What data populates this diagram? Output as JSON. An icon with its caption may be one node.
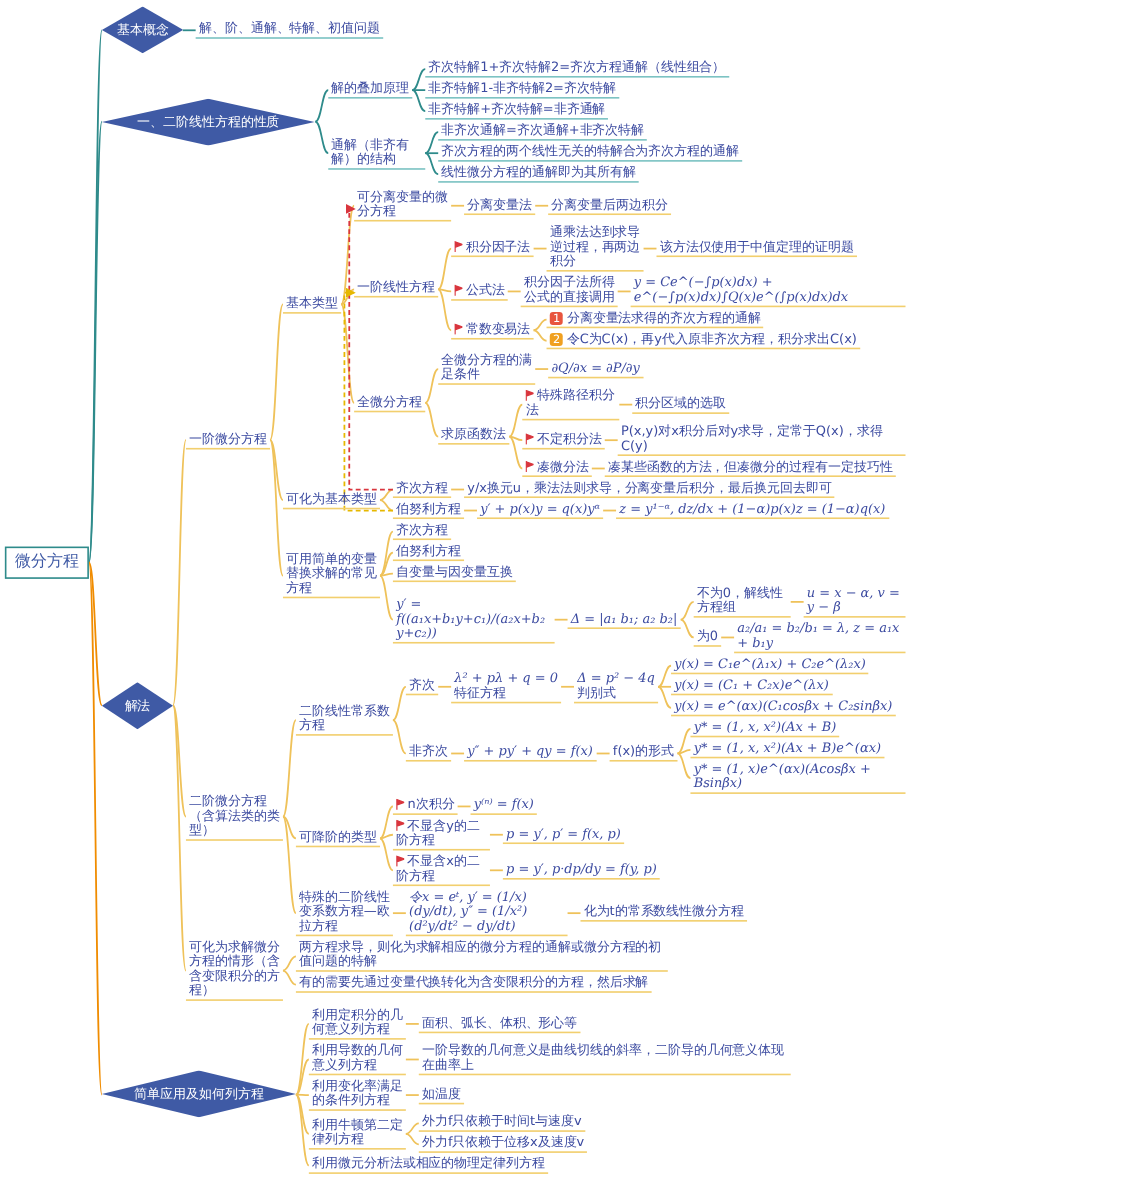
{
  "diagram": {
    "nodes": [
      {
        "text": [
          "微分方程"
        ]
      },
      {
        "text": [
          "基本概念"
        ]
      },
      {
        "text": [
          "解、阶、通解、特解、初值问题"
        ]
      },
      {
        "text": [
          "一、二阶线性方程的性质"
        ]
      },
      {
        "text": [
          "解的叠加原理"
        ]
      },
      {
        "text": [
          "齐次特解1+齐次特解2=齐次方程通解（线性组合）"
        ]
      },
      {
        "text": [
          "非齐特解1-非齐特解2=齐次特解"
        ]
      },
      {
        "text": [
          "非齐特解+齐次特解=非齐通解"
        ]
      },
      {
        "text": [
          "通解（非齐有解）的结构"
        ]
      },
      {
        "text": [
          "非齐次通解=齐次通解+非齐次特解"
        ]
      },
      {
        "text": [
          "齐次方程的两个线性无关的特解合为齐次方程的通解"
        ]
      },
      {
        "text": [
          "线性微分方程的通解即为其所有解"
        ]
      },
      {
        "text": [
          "解法"
        ]
      },
      {
        "text": [
          "一阶微分方程"
        ]
      },
      {
        "text": [
          "基本类型"
        ]
      },
      {
        "text": [
          "可分离变量的微分方程"
        ]
      },
      {
        "text": [
          "分离变量法"
        ]
      },
      {
        "text": [
          "分离变量后两边积分"
        ]
      },
      {
        "text": [
          "一阶线性方程"
        ]
      },
      {
        "text": [
          "积分因子法"
        ]
      },
      {
        "text": [
          "通乘法达到求导逆过程，再两边积分"
        ]
      },
      {
        "text": [
          "该方法仅使用于中值定理的证明题"
        ]
      },
      {
        "text": [
          "公式法"
        ]
      },
      {
        "text": [
          "积分因子法所得公式的直接调用"
        ]
      },
      {
        "text": [
          "y = Ce^(−∫p(x)dx) + e^(−∫p(x)dx)∫Q(x)e^(∫p(x)dx)dx"
        ]
      },
      {
        "text": [
          "常数变易法"
        ]
      },
      {
        "text": [
          "1",
          "分离变量法求得的齐次方程的通解"
        ]
      },
      {
        "text": [
          "2",
          "令C为C(x)，再y代入原非齐次方程，积分求出C(x)"
        ]
      },
      {
        "text": [
          "全微分方程"
        ]
      },
      {
        "text": [
          "全微分方程的满足条件"
        ]
      },
      {
        "text": [
          "∂Q/∂x = ∂P/∂y"
        ]
      },
      {
        "text": [
          "求原函数法"
        ]
      },
      {
        "text": [
          "特殊路径积分法"
        ]
      },
      {
        "text": [
          "积分区域的选取"
        ]
      },
      {
        "text": [
          "不定积分法"
        ]
      },
      {
        "text": [
          "P(x,y)对x积分后对y求导，定常于Q(x)，求得C(y)"
        ]
      },
      {
        "text": [
          "凑微分法"
        ]
      },
      {
        "text": [
          "凑某些函数的方法，但凑微分的过程有一定技巧性"
        ]
      },
      {
        "text": [
          "可化为基本类型"
        ]
      },
      {
        "text": [
          "齐次方程"
        ]
      },
      {
        "text": [
          "y/x换元u，乘法法则求导，分离变量后积分，最后换元回去即可"
        ]
      },
      {
        "text": [
          "伯努利方程"
        ]
      },
      {
        "text": [
          "y′ + p(x)y = q(x)yᵅ"
        ]
      },
      {
        "text": [
          "z = y¹⁻ᵅ, dz/dx + (1−α)p(x)z = (1−α)q(x)"
        ]
      },
      {
        "text": [
          "可用简单的变量替换求解的常见方程"
        ]
      },
      {
        "text": [
          "齐次方程"
        ]
      },
      {
        "text": [
          "伯努利方程"
        ]
      },
      {
        "text": [
          "自变量与因变量互换"
        ]
      },
      {
        "text": [
          "y′ = f((a₁x+b₁y+c₁)/(a₂x+b₂y+c₂))"
        ]
      },
      {
        "text": [
          "Δ = |a₁ b₁; a₂ b₂|"
        ]
      },
      {
        "text": [
          "不为0，解线性方程组"
        ]
      },
      {
        "text": [
          "u = x − α, v = y − β"
        ]
      },
      {
        "text": [
          "为0"
        ]
      },
      {
        "text": [
          "a₂/a₁ = b₂/b₁ = λ, z = a₁x + b₁y"
        ]
      },
      {
        "text": [
          "二阶微分方程（含算法类的类型）"
        ]
      },
      {
        "text": [
          "二阶线性常系数方程"
        ]
      },
      {
        "text": [
          "齐次"
        ]
      },
      {
        "text": [
          "λ² + pλ + q = 0",
          "特征方程"
        ]
      },
      {
        "text": [
          "Δ = p² − 4q",
          "判别式"
        ]
      },
      {
        "text": [
          "y(x) = C₁e^(λ₁x) + C₂e^(λ₂x)"
        ]
      },
      {
        "text": [
          "y(x) = (C₁ + C₂x)e^(λx)"
        ]
      },
      {
        "text": [
          "y(x) = e^(αx)(C₁cosβx + C₂sinβx)"
        ]
      },
      {
        "text": [
          "非齐次"
        ]
      },
      {
        "text": [
          "y″ + py′ + qy = f(x)"
        ]
      },
      {
        "text": [
          "f(x)的形式"
        ]
      },
      {
        "text": [
          "y* = (1, x, x²)(Ax + B)"
        ]
      },
      {
        "text": [
          "y* = (1, x, x²)(Ax + B)e^(αx)"
        ]
      },
      {
        "text": [
          "y* = (1, x)e^(αx)(Acosβx + Bsinβx)"
        ]
      },
      {
        "text": [
          "可降阶的类型"
        ]
      },
      {
        "text": [
          "n次积分"
        ]
      },
      {
        "text": [
          "y⁽ⁿ⁾ = f(x)"
        ]
      },
      {
        "text": [
          "不显含y的二阶方程"
        ]
      },
      {
        "text": [
          "p = y′, p′ = f(x, p)"
        ]
      },
      {
        "text": [
          "不显含x的二阶方程"
        ]
      },
      {
        "text": [
          "p = y′, p·dp/dy = f(y, p)"
        ]
      },
      {
        "text": [
          "特殊的二阶线性变系数方程—欧拉方程"
        ]
      },
      {
        "text": [
          "令x = eᵗ, y′ = (1/x)(dy/dt), y″ = (1/x²)(d²y/dt² − dy/dt)"
        ]
      },
      {
        "text": [
          "化为t的常系数线性微分方程"
        ]
      },
      {
        "text": [
          "可化为求解微分方程的情形（含含变限积分的方程）"
        ]
      },
      {
        "text": [
          "两方程求导，则化为求解相应的微分方程的通解或微分方程的初值问题的特解"
        ]
      },
      {
        "text": [
          "有的需要先通过变量代换转化为含变限积分的方程，然后求解"
        ]
      },
      {
        "text": [
          "简单应用及如何列方程"
        ]
      },
      {
        "text": [
          "利用定积分的几何意义列方程"
        ]
      },
      {
        "text": [
          "面积、弧长、体积、形心等"
        ]
      },
      {
        "text": [
          "利用导数的几何意义列方程"
        ]
      },
      {
        "text": [
          "一阶导数的几何意义是曲线切线的斜率，二阶导的几何意义体现在曲率上"
        ]
      },
      {
        "text": [
          "利用变化率满足的条件列方程"
        ]
      },
      {
        "text": [
          "如温度"
        ]
      },
      {
        "text": [
          "利用牛顿第二定律列方程"
        ]
      },
      {
        "text": [
          "外力f只依赖于时间t与速度v"
        ]
      },
      {
        "text": [
          "外力f只依赖于位移x及速度v"
        ]
      },
      {
        "text": [
          "利用微元分析法或相应的物理定律列方程"
        ]
      }
    ],
    "edges": [
      {
        "from": 0,
        "to": 1,
        "arrow": "none",
        "color": "#2e8b8b"
      },
      {
        "from": 1,
        "to": 2,
        "arrow": "none",
        "color": "#2e8b8b"
      },
      {
        "from": 0,
        "to": 3,
        "arrow": "none",
        "color": "#2e8b8b"
      },
      {
        "from": 3,
        "to": 4,
        "arrow": "none",
        "color": "#2e8b8b"
      },
      {
        "from": 4,
        "to": 5,
        "arrow": "none",
        "color": "#2e8b8b"
      },
      {
        "from": 4,
        "to": 6,
        "arrow": "none",
        "color": "#2e8b8b"
      },
      {
        "from": 4,
        "to": 7,
        "arrow": "none",
        "color": "#2e8b8b"
      },
      {
        "from": 3,
        "to": 8,
        "arrow": "none",
        "color": "#2e8b8b"
      },
      {
        "from": 8,
        "to": 9,
        "arrow": "none",
        "color": "#2e8b8b"
      },
      {
        "from": 8,
        "to": 10,
        "arrow": "none",
        "color": "#2e8b8b"
      },
      {
        "from": 8,
        "to": 11,
        "arrow": "none",
        "color": "#2e8b8b"
      },
      {
        "from": 0,
        "to": 12,
        "arrow": "none",
        "color": "#f08c00"
      },
      {
        "from": 12,
        "to": 13,
        "arrow": "none"
      },
      {
        "from": 13,
        "to": 14,
        "arrow": "none"
      },
      {
        "from": 14,
        "to": 15,
        "arrow": "none"
      },
      {
        "from": 15,
        "to": 16,
        "arrow": "none"
      },
      {
        "from": 16,
        "to": 17,
        "arrow": "none"
      },
      {
        "from": 14,
        "to": 18,
        "arrow": "none"
      },
      {
        "from": 18,
        "to": 19,
        "arrow": "none"
      },
      {
        "from": 19,
        "to": 20,
        "arrow": "none"
      },
      {
        "from": 20,
        "to": 21,
        "arrow": "none"
      },
      {
        "from": 18,
        "to": 22,
        "arrow": "none"
      },
      {
        "from": 22,
        "to": 23,
        "arrow": "none"
      },
      {
        "from": 23,
        "to": 24,
        "arrow": "none"
      },
      {
        "from": 18,
        "to": 25,
        "arrow": "none"
      },
      {
        "from": 25,
        "to": 26,
        "arrow": "none"
      },
      {
        "from": 25,
        "to": 27,
        "arrow": "none"
      },
      {
        "from": 14,
        "to": 28,
        "arrow": "none"
      },
      {
        "from": 28,
        "to": 29,
        "arrow": "none"
      },
      {
        "from": 29,
        "to": 30,
        "arrow": "none"
      },
      {
        "from": 28,
        "to": 31,
        "arrow": "none"
      },
      {
        "from": 31,
        "to": 32,
        "arrow": "none"
      },
      {
        "from": 32,
        "to": 33,
        "arrow": "none"
      },
      {
        "from": 31,
        "to": 34,
        "arrow": "none"
      },
      {
        "from": 34,
        "to": 35,
        "arrow": "none"
      },
      {
        "from": 31,
        "to": 36,
        "arrow": "none"
      },
      {
        "from": 36,
        "to": 37,
        "arrow": "none"
      },
      {
        "from": 13,
        "to": 38,
        "arrow": "none"
      },
      {
        "from": 38,
        "to": 39,
        "arrow": "none"
      },
      {
        "from": 39,
        "to": 40,
        "arrow": "none"
      },
      {
        "from": 38,
        "to": 41,
        "arrow": "none"
      },
      {
        "from": 41,
        "to": 42,
        "arrow": "none"
      },
      {
        "from": 42,
        "to": 43,
        "arrow": "none"
      },
      {
        "from": 13,
        "to": 44,
        "arrow": "none"
      },
      {
        "from": 44,
        "to": 45,
        "arrow": "none"
      },
      {
        "from": 44,
        "to": 46,
        "arrow": "none"
      },
      {
        "from": 44,
        "to": 47,
        "arrow": "none"
      },
      {
        "from": 44,
        "to": 48,
        "arrow": "none"
      },
      {
        "from": 48,
        "to": 49,
        "arrow": "none"
      },
      {
        "from": 49,
        "to": 50,
        "arrow": "none"
      },
      {
        "from": 50,
        "to": 51,
        "arrow": "none"
      },
      {
        "from": 49,
        "to": 52,
        "arrow": "none"
      },
      {
        "from": 52,
        "to": 53,
        "arrow": "none"
      },
      {
        "from": 12,
        "to": 54,
        "arrow": "none"
      },
      {
        "from": 54,
        "to": 55,
        "arrow": "none"
      },
      {
        "from": 55,
        "to": 56,
        "arrow": "none"
      },
      {
        "from": 56,
        "to": 57,
        "arrow": "none"
      },
      {
        "from": 57,
        "to": 58,
        "arrow": "none"
      },
      {
        "from": 58,
        "to": 59,
        "arrow": "none"
      },
      {
        "from": 58,
        "to": 60,
        "arrow": "none"
      },
      {
        "from": 58,
        "to": 61,
        "arrow": "none"
      },
      {
        "from": 55,
        "to": 62,
        "arrow": "none"
      },
      {
        "from": 62,
        "to": 63,
        "arrow": "none"
      },
      {
        "from": 63,
        "to": 64,
        "arrow": "none"
      },
      {
        "from": 64,
        "to": 65,
        "arrow": "none"
      },
      {
        "from": 64,
        "to": 66,
        "arrow": "none"
      },
      {
        "from": 64,
        "to": 67,
        "arrow": "none"
      },
      {
        "from": 54,
        "to": 68,
        "arrow": "none"
      },
      {
        "from": 68,
        "to": 69,
        "arrow": "none"
      },
      {
        "from": 69,
        "to": 70,
        "arrow": "none"
      },
      {
        "from": 68,
        "to": 71,
        "arrow": "none"
      },
      {
        "from": 71,
        "to": 72,
        "arrow": "none"
      },
      {
        "from": 68,
        "to": 73,
        "arrow": "none"
      },
      {
        "from": 73,
        "to": 74,
        "arrow": "none"
      },
      {
        "from": 54,
        "to": 75,
        "arrow": "none"
      },
      {
        "from": 75,
        "to": 76,
        "arrow": "none"
      },
      {
        "from": 76,
        "to": 77,
        "arrow": "none"
      },
      {
        "from": 12,
        "to": 78,
        "arrow": "none"
      },
      {
        "from": 78,
        "to": 79,
        "arrow": "none"
      },
      {
        "from": 78,
        "to": 80,
        "arrow": "none"
      },
      {
        "from": 0,
        "to": 81,
        "arrow": "none",
        "color": "#f08c00"
      },
      {
        "from": 81,
        "to": 82,
        "arrow": "none"
      },
      {
        "from": 82,
        "to": 83,
        "arrow": "none"
      },
      {
        "from": 81,
        "to": 84,
        "arrow": "none"
      },
      {
        "from": 84,
        "to": 85,
        "arrow": "none"
      },
      {
        "from": 81,
        "to": 86,
        "arrow": "none"
      },
      {
        "from": 86,
        "to": 87,
        "arrow": "none"
      },
      {
        "from": 81,
        "to": 88,
        "arrow": "none"
      },
      {
        "from": 88,
        "to": 89,
        "arrow": "none"
      },
      {
        "from": 88,
        "to": 90,
        "arrow": "none"
      },
      {
        "from": 81,
        "to": 91,
        "arrow": "none"
      },
      {
        "from": 39,
        "to": 15,
        "arrow": "to",
        "style": "dashed",
        "color": "#d9363e"
      },
      {
        "from": 41,
        "to": 18,
        "arrow": "to",
        "style": "dashed",
        "color": "#e6b800"
      }
    ]
  }
}
